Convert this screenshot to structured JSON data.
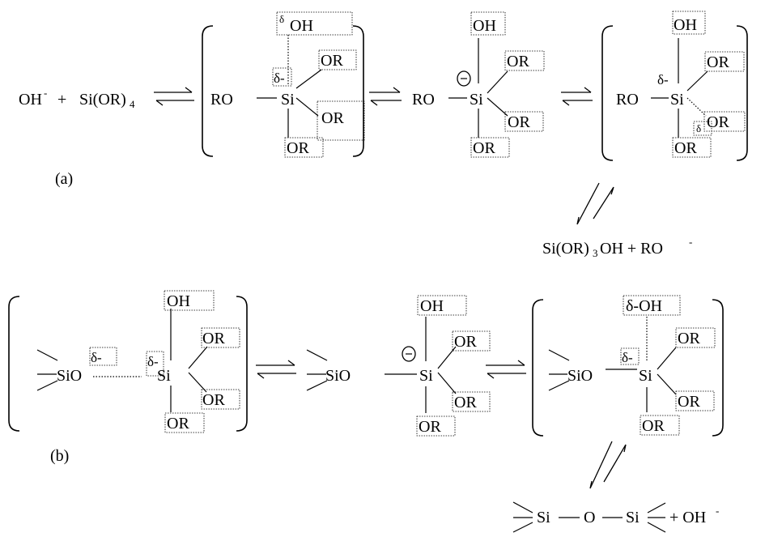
{
  "text": {
    "oh": "OH",
    "minus": "-",
    "plus": "+",
    "si": "Si",
    "si_or4": "Si(OR)",
    "sub4": "4",
    "sub3": "3",
    "or": "OR",
    "ro": "RO",
    "ro_sp": "RO",
    "d_minus": "δ-",
    "d_oh": "OH",
    "d": "δ",
    "d_oh_full": "δ-OH",
    "sio": "SiO",
    "o": "O",
    "prod_a_part1": "Si(OR)",
    "prod_a_part2": "OH + RO",
    "plus_oh": "+ OH",
    "label_a": "(a)",
    "label_b": "(b)"
  }
}
